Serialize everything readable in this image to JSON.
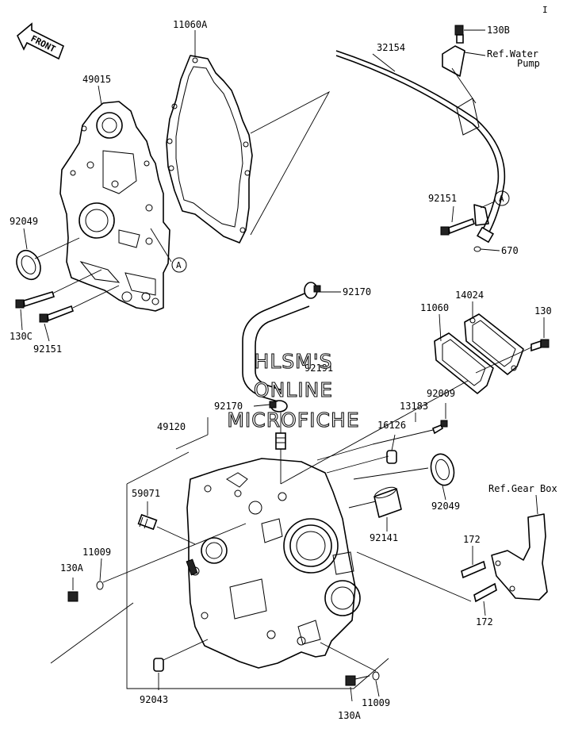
{
  "front_arrow": {
    "text": "FRONT"
  },
  "corner_mark": "I",
  "watermark": {
    "lines": [
      "HLSM'S",
      "ONLINE",
      "MICROFICHE"
    ]
  },
  "labels": {
    "p11060A": "11060A",
    "p49015": "49015",
    "p32154": "32154",
    "p130B": "130B",
    "ref_water": "Ref.Water",
    "ref_pump": "Pump",
    "p92049_a": "92049",
    "p130C": "130C",
    "p92151_a": "92151",
    "callout_a1": "A",
    "callout_a2": "A",
    "p92151_b": "92151",
    "p670": "670",
    "p92170_a": "92170",
    "p14024": "14024",
    "p11060": "11060",
    "p130": "130",
    "p92191": "92191",
    "p92170_b": "92170",
    "p92009": "92009",
    "p13183": "13183",
    "p49120": "49120",
    "p16126": "16126",
    "p59071": "59071",
    "p92049_b": "92049",
    "ref_gear_box": "Ref.Gear Box",
    "p92141": "92141",
    "p11009_a": "11009",
    "p130A_a": "130A",
    "p172_a": "172",
    "p172_b": "172",
    "p92043": "92043",
    "p130A_b": "130A",
    "p11009_b": "11009"
  }
}
